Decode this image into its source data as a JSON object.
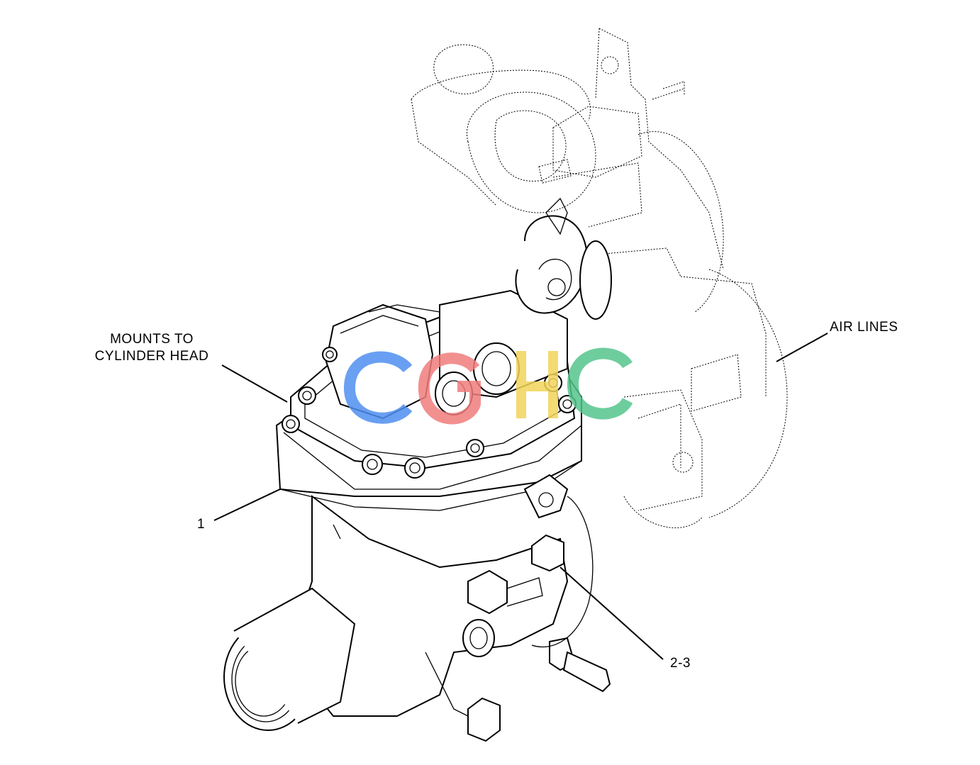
{
  "callouts": {
    "mounts": "MOUNTS TO\nCYLINDER HEAD",
    "air_lines": "AIR LINES",
    "part_1": "1",
    "part_2_3": "2-3"
  },
  "watermark": {
    "text": "CGHC",
    "colors": [
      "#4f8ff0",
      "#f07d7d",
      "#f2d45a",
      "#55c58c"
    ]
  }
}
